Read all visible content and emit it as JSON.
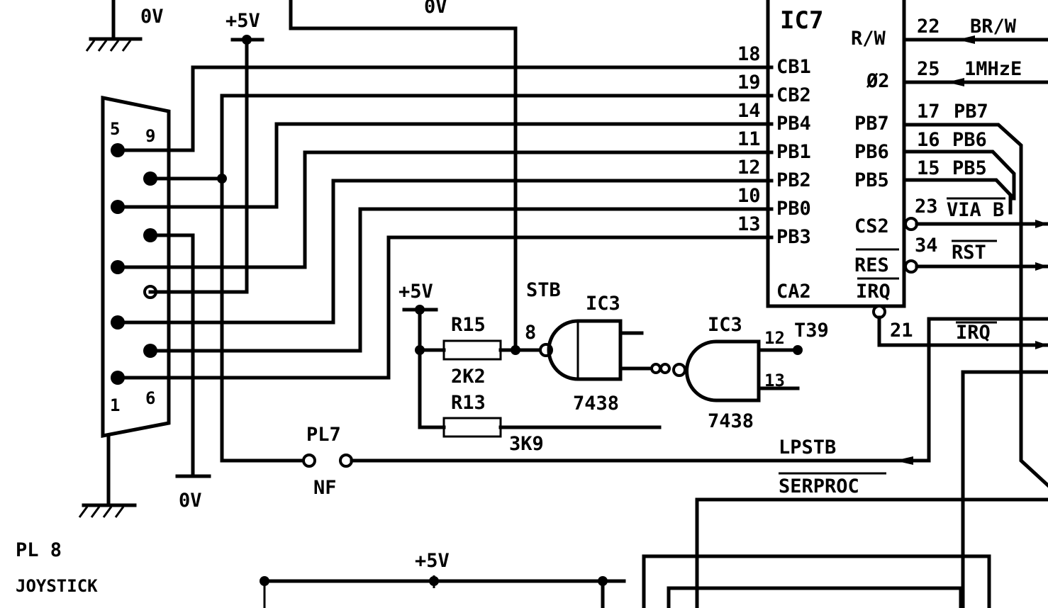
{
  "labels": {
    "ov_top": "0V",
    "ov_top2": "0V",
    "plus5v_top": "+5V",
    "plus5v_mid": "+5V",
    "plus5v_bottom": "+5V",
    "ov_bottom": "0V",
    "ic7": "IC7",
    "ic3a": "IC3",
    "ic3b": "IC3",
    "chip_7438a": "7438",
    "chip_7438b": "7438",
    "r15": "R15",
    "r15_val": "2K2",
    "r13": "R13",
    "r13_val": "3K9",
    "pl7": "PL7",
    "nf": "NF",
    "stb": "STB",
    "stb_pin": "8",
    "t39": "T39",
    "ic3b_pin12": "12",
    "ic3b_pin13": "13",
    "lpstb": "LPSTB",
    "serproc": "SERPROC",
    "pl8": "PL 8",
    "joystick": "JOYSTICK",
    "conn_5": "5",
    "conn_9": "9",
    "conn_1": "1",
    "conn_6": "6"
  },
  "ic7_left_pins": [
    {
      "num": "18",
      "name": "CB1"
    },
    {
      "num": "19",
      "name": "CB2"
    },
    {
      "num": "14",
      "name": "PB4"
    },
    {
      "num": "11",
      "name": "PB1"
    },
    {
      "num": "12",
      "name": "PB2"
    },
    {
      "num": "10",
      "name": "PB0"
    },
    {
      "num": "13",
      "name": "PB3"
    },
    {
      "num": "",
      "name": "CA2"
    }
  ],
  "ic7_right_pins": [
    {
      "num": "22",
      "name": "R/W",
      "net": "BR/W"
    },
    {
      "num": "25",
      "name": "Ø2",
      "net": "1MHzE"
    },
    {
      "num": "17",
      "name": "PB7",
      "net": "PB7"
    },
    {
      "num": "16",
      "name": "PB6",
      "net": "PB6"
    },
    {
      "num": "15",
      "name": "PB5",
      "net": "PB5"
    },
    {
      "num": "23",
      "name": "CS2",
      "net": "VIA B"
    },
    {
      "num": "34",
      "name": "RES",
      "net": "RST"
    },
    {
      "num": "21",
      "name": "IRQ",
      "net": "IRQ"
    }
  ]
}
